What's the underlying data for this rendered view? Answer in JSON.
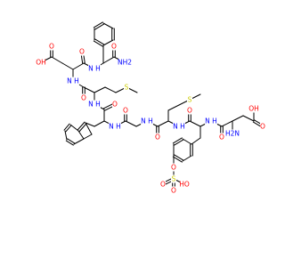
{
  "colors": {
    "carbon": "#000000",
    "oxygen": "#ff0000",
    "nitrogen": "#0000ff",
    "sulfur": "#cccc00",
    "background": "#ffffff"
  },
  "atoms": [
    {
      "id": "n_amide",
      "text": "NH2",
      "kind": "nitrogen"
    },
    {
      "id": "o1",
      "text": "O",
      "kind": "oxygen"
    },
    {
      "id": "oh1",
      "text": "OH",
      "kind": "oxygen"
    },
    {
      "id": "o2",
      "text": "O",
      "kind": "oxygen"
    },
    {
      "id": "nh1",
      "text": "N H",
      "kind": "nitrogen"
    },
    {
      "id": "nh2",
      "text": "N H",
      "kind": "nitrogen"
    },
    {
      "id": "o3",
      "text": "O",
      "kind": "oxygen"
    },
    {
      "id": "s1",
      "text": "S",
      "kind": "sulfur"
    },
    {
      "id": "nh3",
      "text": "N H",
      "kind": "nitrogen"
    },
    {
      "id": "o4",
      "text": "O",
      "kind": "oxygen"
    },
    {
      "id": "nh4",
      "text": "N H",
      "kind": "nitrogen"
    },
    {
      "id": "o5",
      "text": "O",
      "kind": "oxygen"
    },
    {
      "id": "nh5",
      "text": "N H",
      "kind": "nitrogen"
    },
    {
      "id": "s2",
      "text": "S",
      "kind": "sulfur"
    },
    {
      "id": "nh6",
      "text": "N H",
      "kind": "nitrogen"
    },
    {
      "id": "oh2",
      "text": "OH",
      "kind": "oxygen"
    },
    {
      "id": "nh7",
      "text": "N H",
      "kind": "nitrogen"
    },
    {
      "id": "o6",
      "text": "O",
      "kind": "oxygen"
    },
    {
      "id": "o7",
      "text": "O",
      "kind": "oxygen"
    },
    {
      "id": "nh8",
      "text": "N H",
      "kind": "nitrogen"
    },
    {
      "id": "o8",
      "text": "O",
      "kind": "oxygen"
    },
    {
      "id": "o9",
      "text": "O",
      "kind": "oxygen"
    },
    {
      "id": "h2n",
      "text": "H2N",
      "kind": "nitrogen"
    },
    {
      "id": "o10",
      "text": "O",
      "kind": "oxygen"
    },
    {
      "id": "o11",
      "text": "O",
      "kind": "oxygen"
    },
    {
      "id": "s3",
      "text": "S",
      "kind": "sulfur"
    },
    {
      "id": "o12",
      "text": "O",
      "kind": "oxygen"
    },
    {
      "id": "ho",
      "text": "HO",
      "kind": "oxygen"
    },
    {
      "id": "o13",
      "text": "O",
      "kind": "oxygen"
    }
  ]
}
